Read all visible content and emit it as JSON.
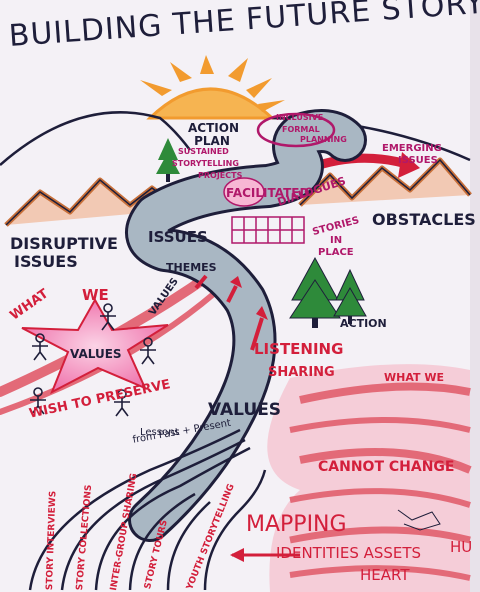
{
  "title": "BUILDING THE FUTURE STORY",
  "top": {
    "action_plan": "ACTION PLAN",
    "inclusive": "INCLUSIVE",
    "formal": "FORMAL",
    "planning": "PLANNING",
    "sustained_1": "SUSTAINED",
    "sustained_2": "STORYTELLING",
    "sustained_3": "PROJECTS",
    "facilitated": "FACILITATED",
    "dialogues": "DIALOGUES",
    "emerging_1": "EMERGING",
    "emerging_2": "ISSUES",
    "obstacles": "OBSTACLES",
    "stories_1": "STORIES",
    "stories_2": "IN",
    "stories_3": "PLACE",
    "action": "ACTION"
  },
  "left": {
    "disruptive_1": "DISRUPTIVE",
    "disruptive_2": "ISSUES",
    "what": "WHAT",
    "we": "WE",
    "values": "VALUES",
    "wish": "WISH TO PRESERVE"
  },
  "river": {
    "issues": "ISSUES",
    "themes": "THEMES",
    "values_small": "VALUES",
    "listening": "LISTENING",
    "sharing": "SHARING",
    "values": "VALUES",
    "lessons_1": "Lessons",
    "lessons_2": "from Past + Present"
  },
  "right": {
    "what_we": "WHAT WE",
    "cannot_change": "CANNOT CHANGE",
    "mapping": "MAPPING",
    "identities": "IDENTITIES ASSETS",
    "heart": "HEART",
    "hu": "HU"
  },
  "streams": [
    {
      "label": "STORY INTERVIEWS"
    },
    {
      "label": "STORY COLLECTIONS"
    },
    {
      "label": "INTER-GROUP SHARING"
    },
    {
      "label": "STORY TOURS"
    },
    {
      "label": "YOUTH STORYTELLING"
    }
  ],
  "colors": {
    "ink": "#1e1e3a",
    "red": "#d31f3b",
    "magenta": "#b0186a",
    "sun": "#f2a23a",
    "mountain": "#c8703a",
    "river": "#a9b7c3",
    "tree": "#2e8a3a"
  }
}
